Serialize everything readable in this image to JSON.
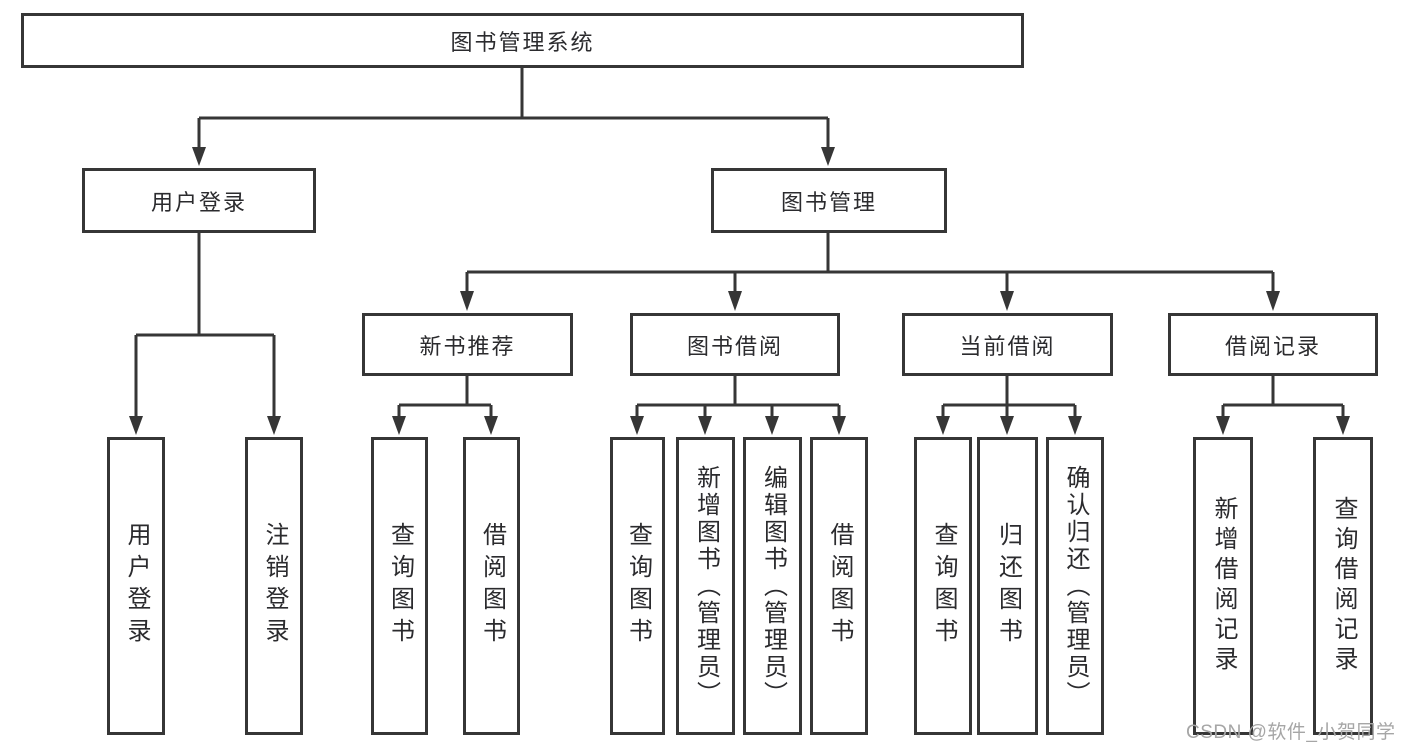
{
  "diagram": {
    "root": {
      "label": "图书管理系统"
    },
    "level2": [
      {
        "label": "用户登录"
      },
      {
        "label": "图书管理"
      }
    ],
    "level3": [
      {
        "label": "新书推荐",
        "parent": "图书管理"
      },
      {
        "label": "图书借阅",
        "parent": "图书管理"
      },
      {
        "label": "当前借阅",
        "parent": "图书管理"
      },
      {
        "label": "借阅记录",
        "parent": "图书管理"
      }
    ],
    "leaves": [
      {
        "label": "用户登录",
        "parent": "用户登录"
      },
      {
        "label": "注销登录",
        "parent": "用户登录"
      },
      {
        "label": "查询图书",
        "parent": "新书推荐"
      },
      {
        "label": "借阅图书",
        "parent": "新书推荐"
      },
      {
        "label": "查询图书",
        "parent": "图书借阅"
      },
      {
        "label": "新增图书（管理员）",
        "parent": "图书借阅"
      },
      {
        "label": "编辑图书（管理员）",
        "parent": "图书借阅"
      },
      {
        "label": "借阅图书",
        "parent": "图书借阅"
      },
      {
        "label": "查询图书",
        "parent": "当前借阅"
      },
      {
        "label": "归还图书",
        "parent": "当前借阅"
      },
      {
        "label": "确认归还（管理员）",
        "parent": "当前借阅"
      },
      {
        "label": "新增借阅记录",
        "parent": "借阅记录"
      },
      {
        "label": "查询借阅记录",
        "parent": "借阅记录"
      }
    ]
  },
  "watermark": {
    "text": "CSDN @软件_小贺同学"
  },
  "colors": {
    "line": "#363636",
    "text": "#2b2b2e",
    "watermark": "#a6a6a6",
    "background": "#ffffff"
  }
}
